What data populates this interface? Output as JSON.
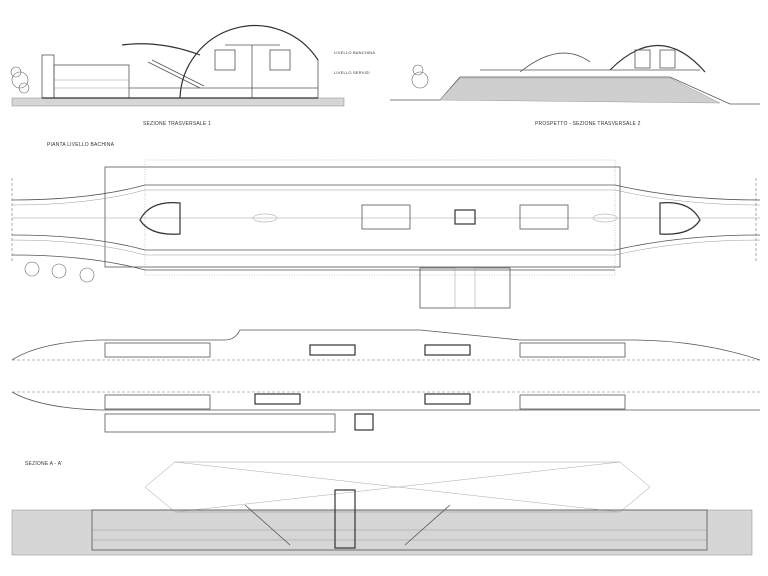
{
  "drawing": {
    "subject": "Railway station architectural drawings",
    "views": [
      {
        "id": "section-1",
        "title": "SEZIONE TRASVERSALE 1"
      },
      {
        "id": "section-2",
        "title": "PROSPETTO - SEZIONE TRASVERSALE 2"
      },
      {
        "id": "platform-plan",
        "title": "PIANTA LIVELLO BACHINA"
      },
      {
        "id": "section-aa",
        "title": "SEZIONE A - A'"
      }
    ],
    "level_labels": [
      "LIVELLO BANCHINA",
      "LIVELLO SERVIZI"
    ]
  }
}
